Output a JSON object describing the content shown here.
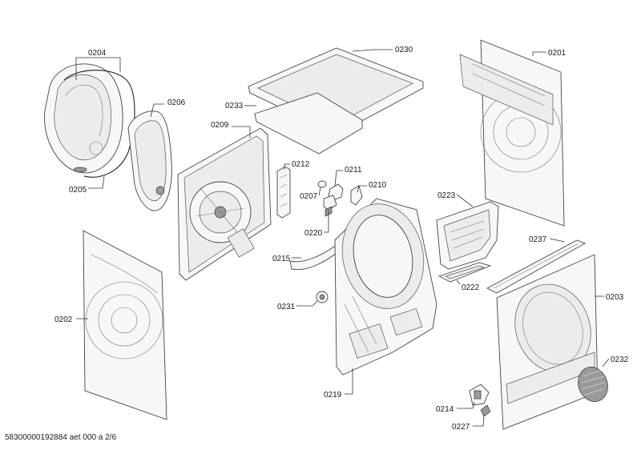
{
  "labels": {
    "p0204": "0204",
    "p0206": "0206",
    "p0205": "0205",
    "p0230": "0230",
    "p0233": "0233",
    "p0209": "0209",
    "p0212": "0212",
    "p0211": "0211",
    "p0207": "0207",
    "p0210": "0210",
    "p0220": "0220",
    "p0215": "0215",
    "p0231": "0231",
    "p0219": "0219",
    "p0223": "0223",
    "p0222": "0222",
    "p0201": "0201",
    "p0237": "0237",
    "p0203": "0203",
    "p0232": "0232",
    "p0214": "0214",
    "p0227": "0227",
    "p0202": "0202"
  },
  "footer": "58300000192884 aet 000 a 2/6"
}
